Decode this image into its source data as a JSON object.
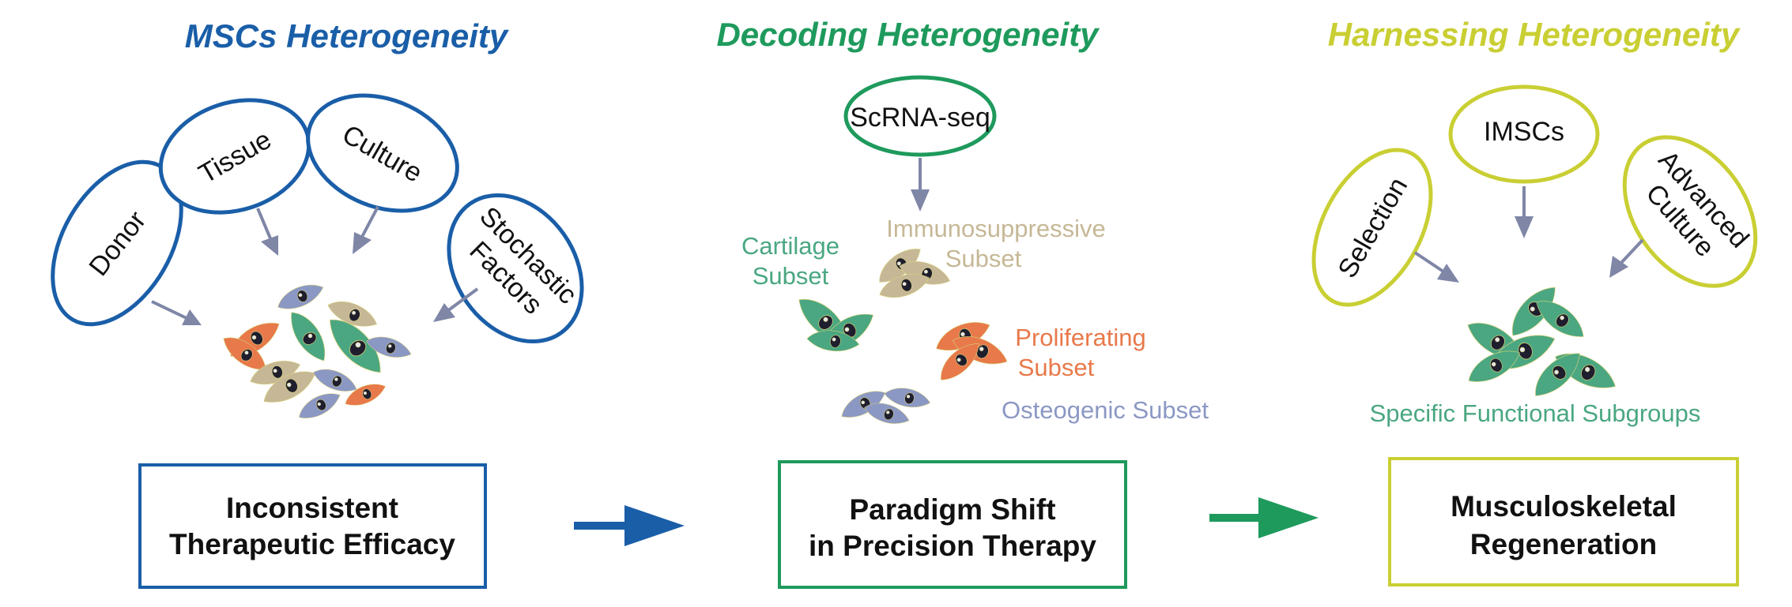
{
  "colors": {
    "blue": "#1a5ea8",
    "green": "#1e9a5c",
    "lime": "#c9cf33",
    "teal_cell": "#4aa781",
    "tan_cell": "#c6b896",
    "orange_cell": "#e8794a",
    "lavender_cell": "#8c98c4",
    "arrow_gray": "#7f86a6",
    "nucleus": "#1e1e2e"
  },
  "panel1": {
    "title": "MSCs Heterogeneity",
    "factors": [
      "Donor",
      "Tissue",
      "Culture"
    ],
    "stochastic": [
      "Stochastic",
      "Factors"
    ],
    "box": [
      "Inconsistent",
      "Therapeutic Efficacy"
    ]
  },
  "panel2": {
    "title": "Decoding Heterogeneity",
    "method": "ScRNA-seq",
    "cartilage": [
      "Cartilage",
      "Subset"
    ],
    "immuno": [
      "Immunosuppressive",
      "Subset"
    ],
    "proliferating": [
      "Proliferating",
      "Subset"
    ],
    "osteogenic": "Osteogenic Subset",
    "box": [
      "Paradigm Shift",
      "in Precision Therapy"
    ]
  },
  "panel3": {
    "title": "Harnessing Heterogeneity",
    "selection": "Selection",
    "imscs": "IMSCs",
    "advanced": [
      "Advanced",
      "Culture"
    ],
    "subgroups": "Specific Functional Subgroups",
    "box": [
      "Musculoskeletal",
      "Regeneration"
    ]
  }
}
